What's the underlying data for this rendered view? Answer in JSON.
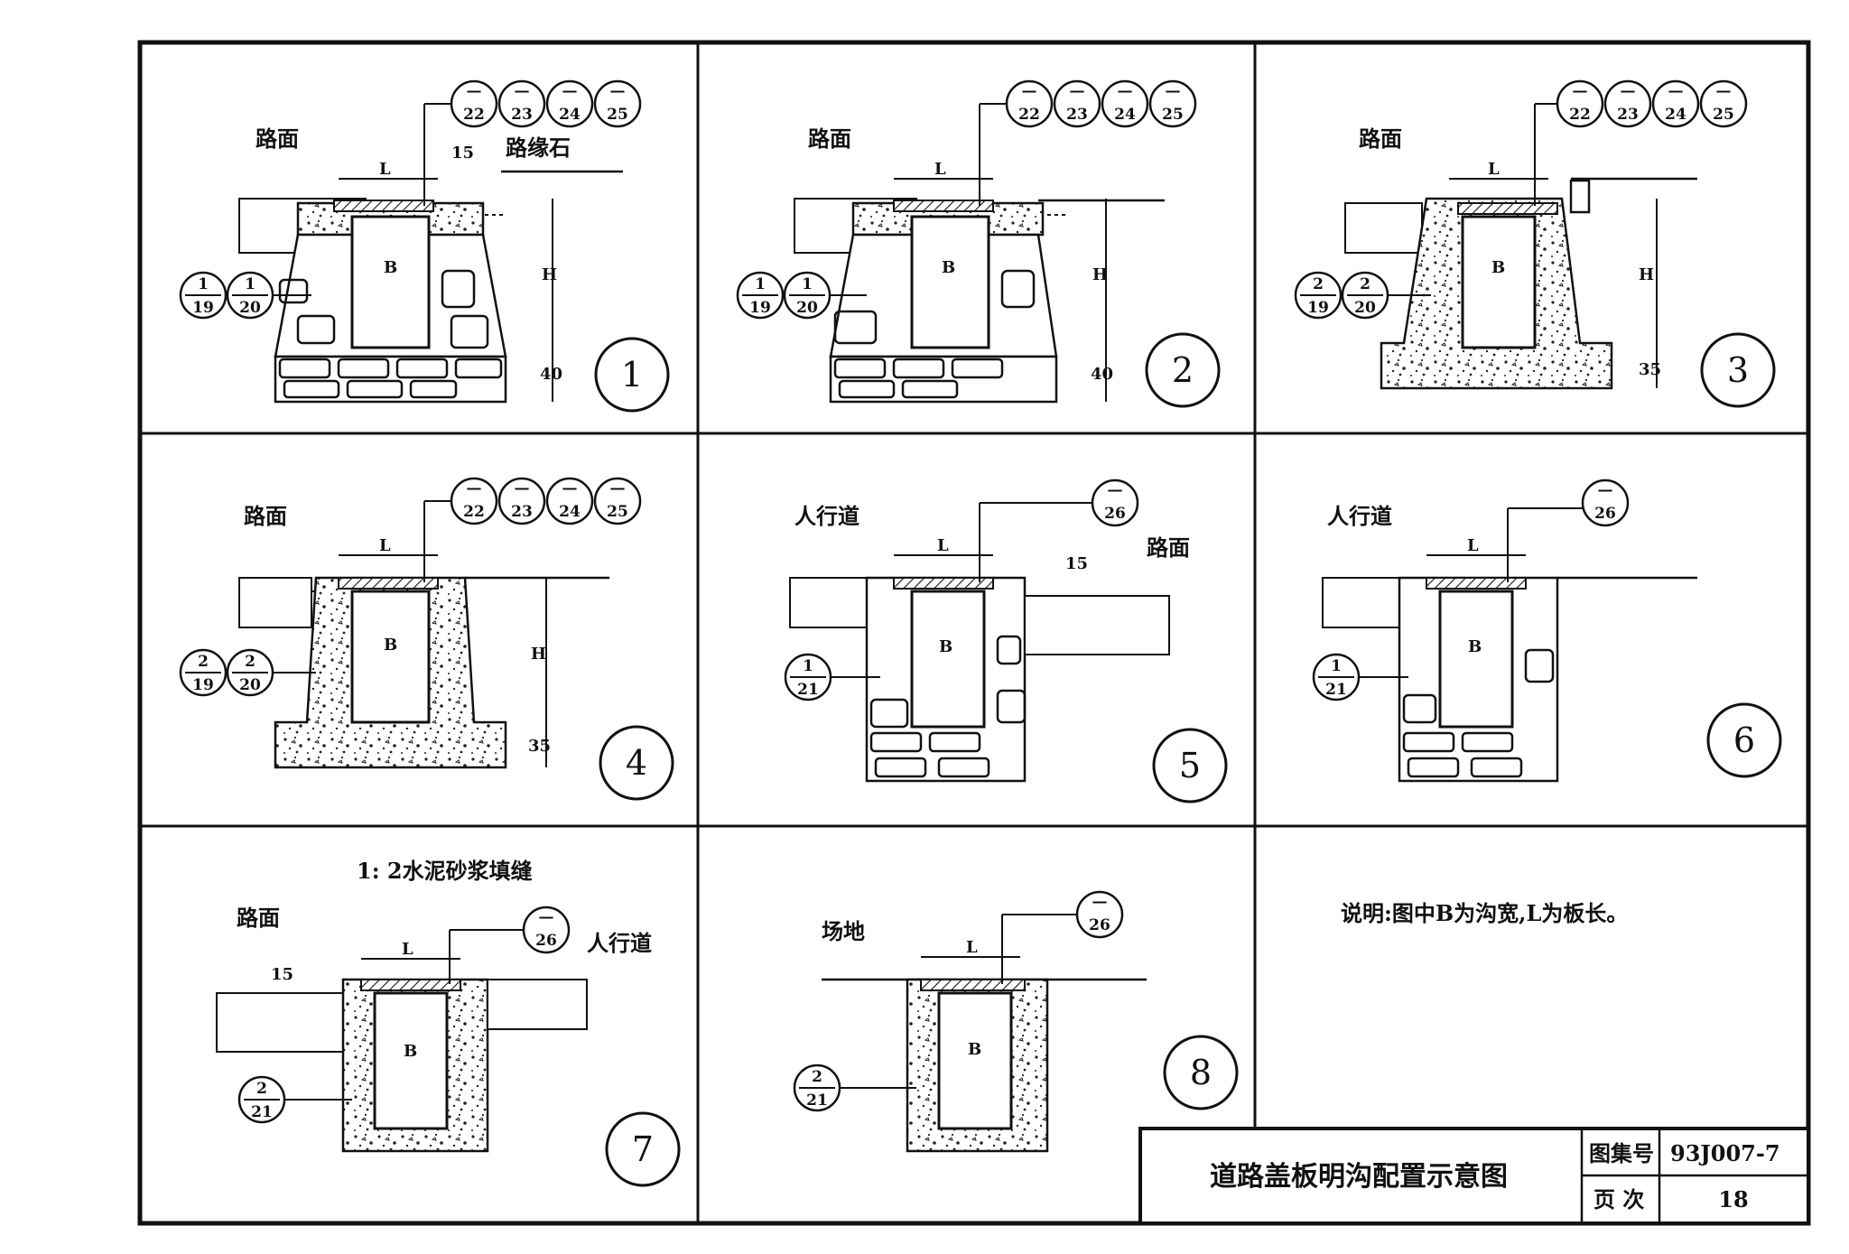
{
  "sheet": {
    "atlas_label": "图集号",
    "atlas_number": "93J007-7",
    "page_label": "页 次",
    "page_number": "18",
    "title": "道路盖板明沟配置示意图",
    "note": "说明:图中B为沟宽,L为板长。"
  },
  "labels": {
    "road_surface": "路面",
    "curb_stone": "路缘石",
    "sidewalk": "人行道",
    "site": "场地",
    "mortar_fill": "1: 2水泥砂浆填缝"
  },
  "dims": {
    "L": "L",
    "B": "B",
    "H": "H",
    "d15": "15",
    "d40": "40",
    "d35": "35"
  },
  "callout_refs": {
    "cover_top": "—",
    "cover_22": "22",
    "cover_23": "23",
    "cover_24": "24",
    "cover_25": "25",
    "cover_26": "26",
    "d1": "1",
    "d2": "2",
    "d19": "19",
    "d20": "20",
    "d21": "21"
  },
  "panels": [
    {
      "number": "1"
    },
    {
      "number": "2"
    },
    {
      "number": "3"
    },
    {
      "number": "4"
    },
    {
      "number": "5"
    },
    {
      "number": "6"
    },
    {
      "number": "7"
    },
    {
      "number": "8"
    }
  ]
}
